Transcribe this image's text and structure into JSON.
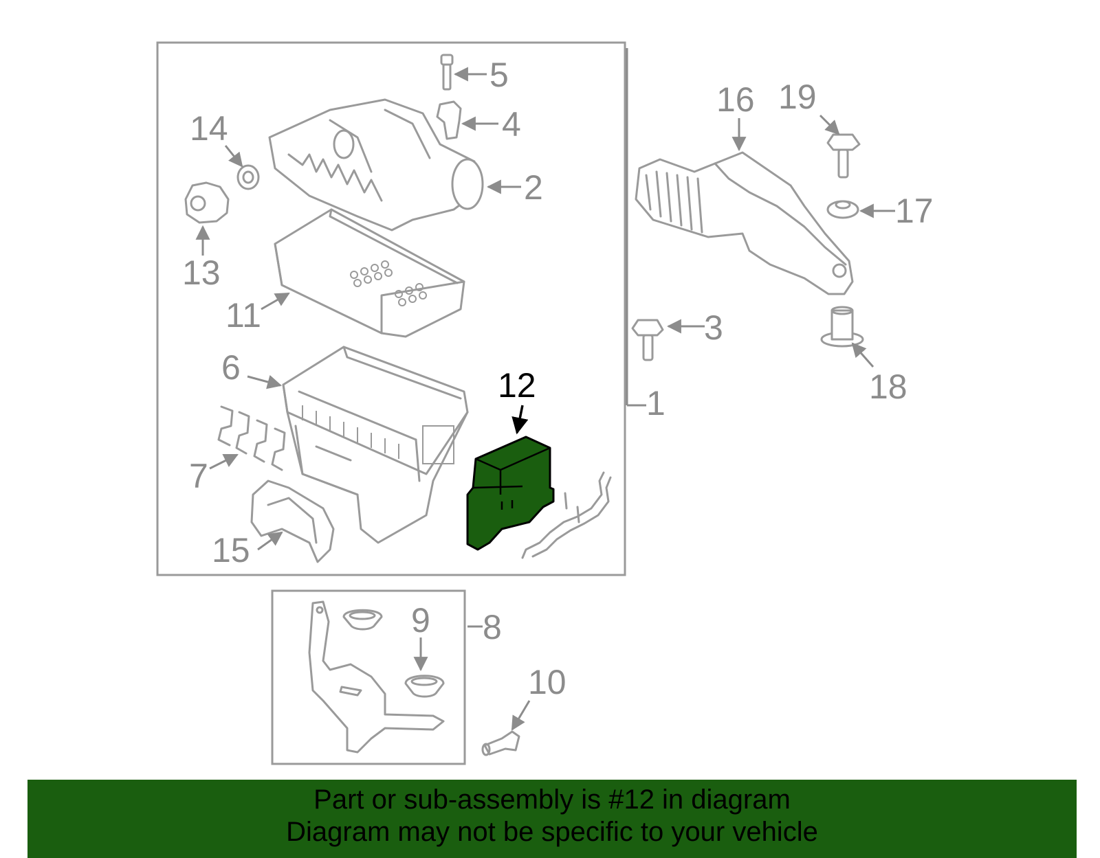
{
  "callouts": {
    "c1": "1",
    "c2": "2",
    "c3": "3",
    "c4": "4",
    "c5": "5",
    "c6": "6",
    "c7": "7",
    "c8": "8",
    "c9": "9",
    "c10": "10",
    "c11": "11",
    "c12": "12",
    "c13": "13",
    "c14": "14",
    "c15": "15",
    "c16": "16",
    "c17": "17",
    "c18": "18",
    "c19": "19"
  },
  "highlight": {
    "part_number": "12",
    "color": "#1a5e0f"
  },
  "colors": {
    "line": "#9a9a9a",
    "callout": "#8c8c8c",
    "banner": "#1a5e0f"
  },
  "banner": {
    "line1": "Part or sub-assembly is #12 in diagram",
    "line2": "Diagram may not be specific to your vehicle"
  }
}
